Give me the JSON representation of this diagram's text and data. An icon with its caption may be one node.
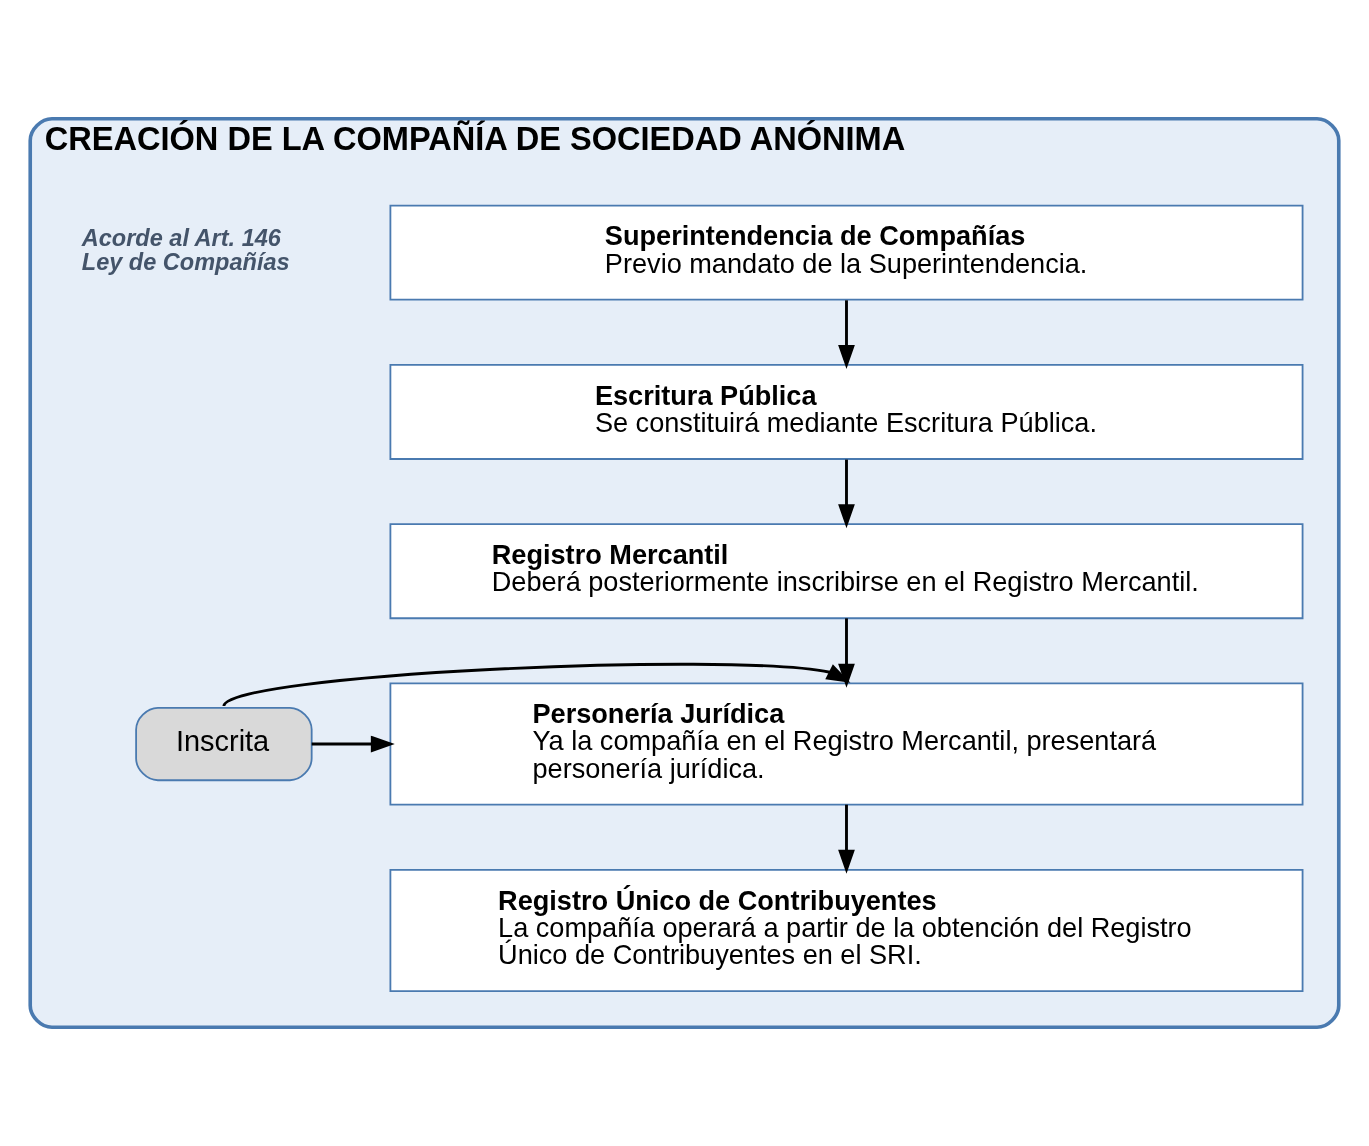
{
  "diagram": {
    "nodes": [
      {
        "text": [
          "CREACIÓN DE LA COMPAÑÍA DE SOCIEDAD ANÓNIMA"
        ]
      },
      {
        "text": [
          "Superintendencia de Compañías",
          "Previo mandato de la Superintendencia."
        ],
        "in": 0
      },
      {
        "text": [
          "Escritura Pública",
          "Se constituirá mediante Escritura Pública."
        ],
        "in": 0
      },
      {
        "text": [
          "Registro Mercantil",
          "Deberá posteriormente inscribirse en el Registro Mercantil."
        ],
        "in": 0
      },
      {
        "text": [
          "Personería Jurídica",
          "Ya la compañía en el Registro Mercantil, presentará personería jurídica."
        ],
        "in": 0
      },
      {
        "text": [
          "Registro Único de Contribuyentes",
          "La compañía operará a partir de la obtención del Registro Único de Contribuyentes en el SRI."
        ],
        "in": 0
      },
      {
        "text": [
          "Inscrita"
        ],
        "in": 0
      }
    ],
    "edges": [
      {
        "from": 1,
        "to": 2,
        "arrow": "to"
      },
      {
        "from": 2,
        "to": 3,
        "arrow": "to"
      },
      {
        "from": 3,
        "to": 4,
        "arrow": "to"
      },
      {
        "from": 6,
        "to": 4,
        "arrow": "to"
      },
      {
        "from": 6,
        "to": 4,
        "arrow": "to"
      },
      {
        "from": 4,
        "to": 5,
        "arrow": "to"
      }
    ],
    "labels": [
      "Acorde al Art. 146 Ley de Compañías"
    ]
  }
}
